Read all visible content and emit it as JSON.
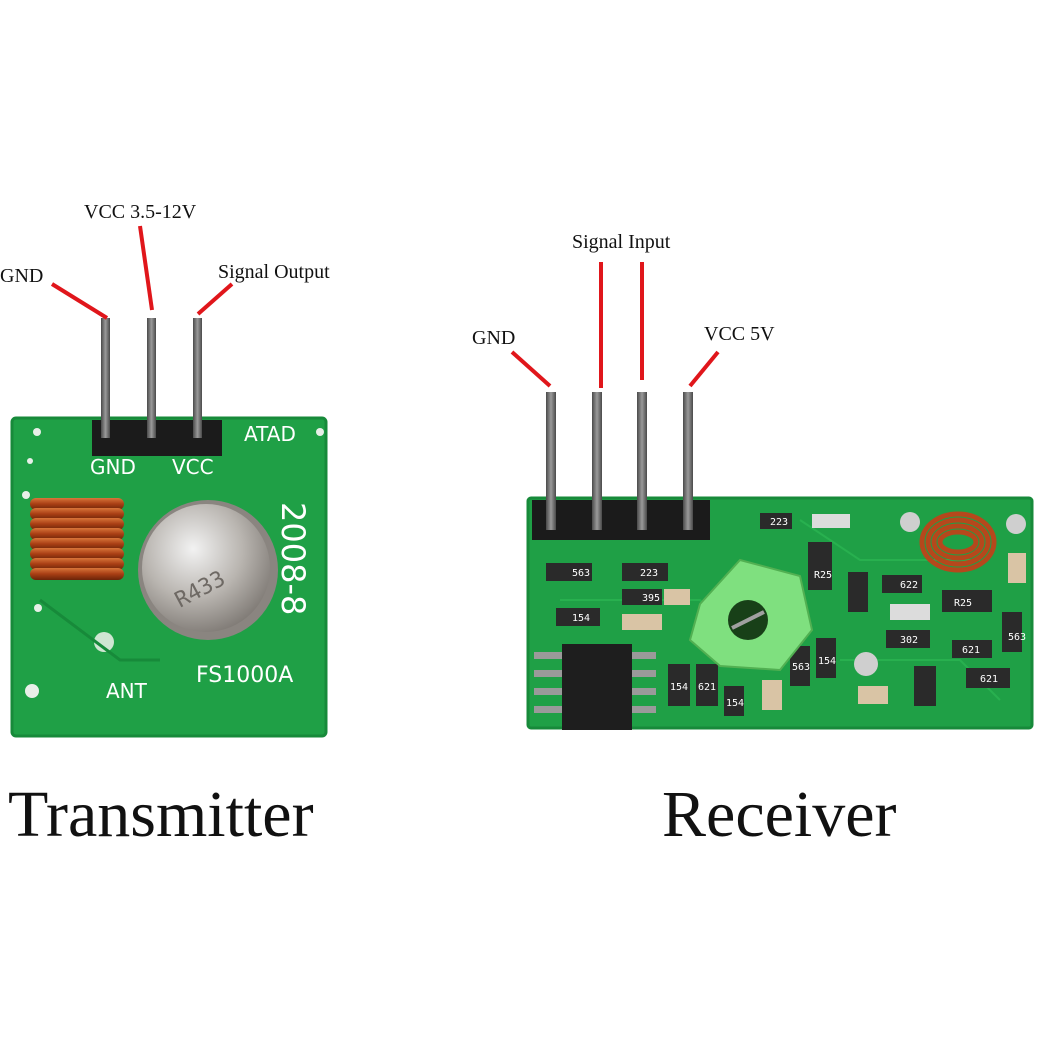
{
  "transmitter": {
    "title": "Transmitter",
    "pins": {
      "gnd": "GND",
      "vcc": "VCC 3.5-12V",
      "signal": "Signal Output"
    },
    "board": {
      "silk_gnd": "GND",
      "silk_vcc": "VCC",
      "silk_atad": "ATAD",
      "silk_date": "2008-8",
      "silk_model": "FS1000A",
      "silk_ant": "ANT",
      "crystal": "R433"
    }
  },
  "receiver": {
    "title": "Receiver",
    "pins": {
      "gnd": "GND",
      "signal": "Signal Input",
      "vcc": "VCC 5V"
    },
    "board": {
      "codes": [
        "223",
        "563",
        "223",
        "395",
        "154",
        "622",
        "R25",
        "302",
        "563",
        "621",
        "621",
        "154",
        "621",
        "154",
        "563",
        "154",
        "R25"
      ]
    }
  },
  "colors": {
    "pcb": "#1fa046",
    "pcb_dark": "#178a3a",
    "pointer": "#e0161b",
    "pin": "#6a6a6a",
    "header": "#1b1b1b",
    "coil": "#b5481c",
    "silk": "#ffffff"
  }
}
